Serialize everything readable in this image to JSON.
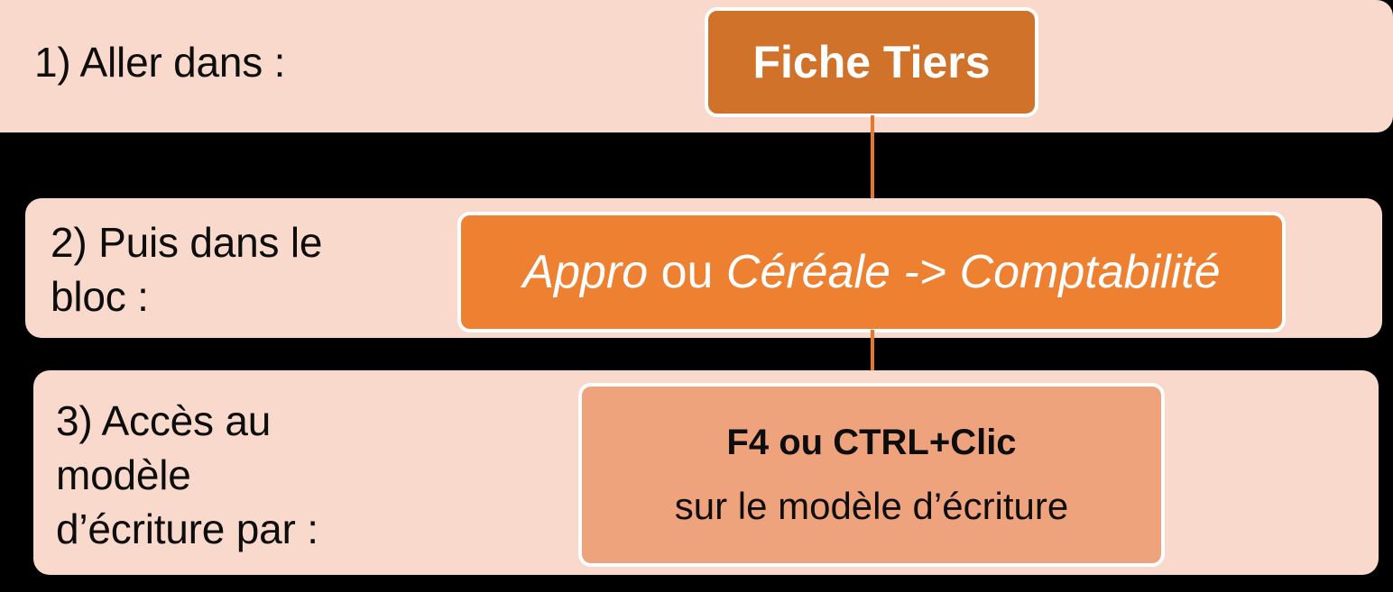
{
  "colors": {
    "background": "#000000",
    "band_fill": "#F8D9CC",
    "node_dark_orange": "#D1722B",
    "node_orange": "#EE8032",
    "node_salmon": "#EFA37C",
    "connector": "#E8762B",
    "node_border": "#FFFFFF",
    "text_dark": "#0D0D0D",
    "text_light": "#FFFFFF"
  },
  "steps": [
    {
      "id": "step-1",
      "label": "1) Aller dans :",
      "node": {
        "id": "node-fiche-tiers",
        "lines": [
          "Fiche Tiers"
        ],
        "style": "dark-orange-bold-white"
      }
    },
    {
      "id": "step-2",
      "label": "2) Puis dans le\nbloc :",
      "node": {
        "id": "node-appro",
        "segments": [
          {
            "text": "Appro",
            "emphasis": "italic"
          },
          {
            "text": " ou ",
            "emphasis": "normal"
          },
          {
            "text": "Céréale -> Comptabilité",
            "emphasis": "italic"
          }
        ],
        "full_text": "Appro ou Céréale -> Comptabilité",
        "style": "orange-italic-white"
      }
    },
    {
      "id": "step-3",
      "label": "3) Accès au\nmodèle\nd’écriture par :",
      "node": {
        "id": "node-shortcut",
        "line_strong": "F4 ou CTRL+Clic",
        "line_sub": "sur le modèle d’écriture",
        "style": "salmon-black"
      }
    }
  ],
  "connectors": [
    {
      "id": "connector-1",
      "from": "node-fiche-tiers",
      "to": "node-appro"
    },
    {
      "id": "connector-2",
      "from": "node-appro",
      "to": "node-shortcut"
    }
  ]
}
